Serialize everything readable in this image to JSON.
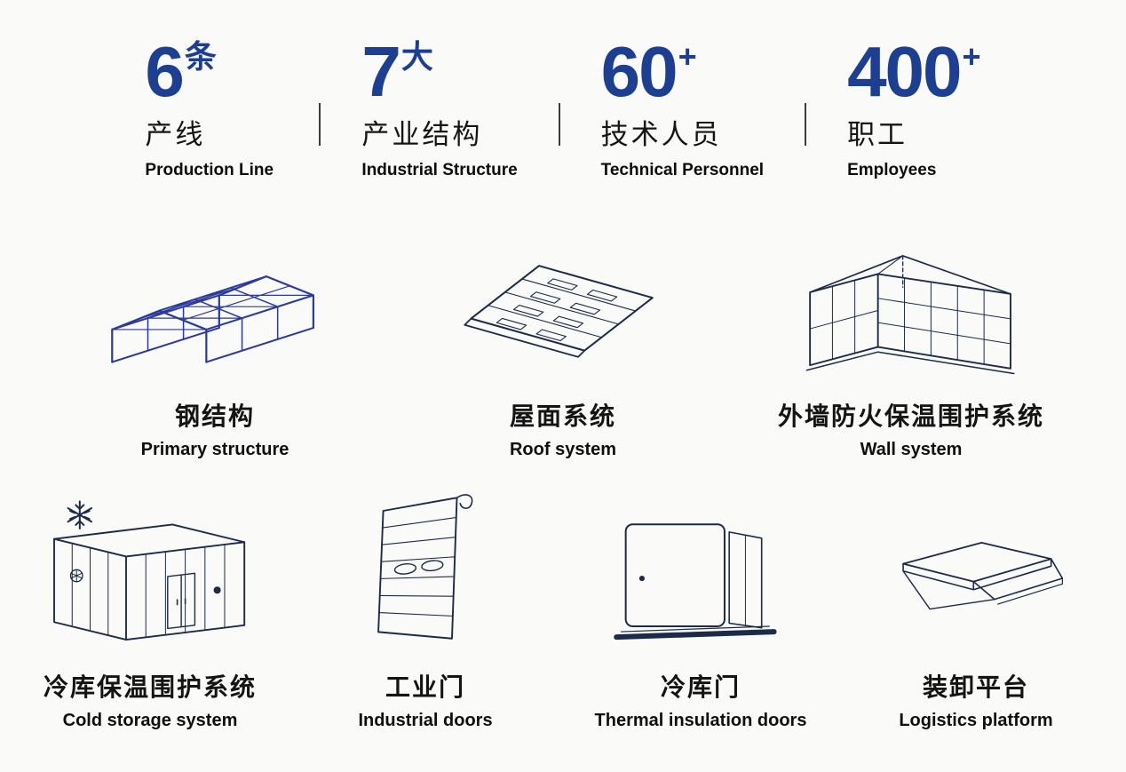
{
  "stats": [
    {
      "value": "6",
      "unit": "条",
      "label_zh": "产线",
      "label_en": "Production Line"
    },
    {
      "value": "7",
      "unit": "大",
      "label_zh": "产业结构",
      "label_en": "Industrial Structure"
    },
    {
      "value": "60",
      "unit": "+",
      "label_zh": "技术人员",
      "label_en": "Technical Personnel"
    },
    {
      "value": "400",
      "unit": "+",
      "label_zh": "职工",
      "label_en": "Employees"
    }
  ],
  "products": [
    {
      "icon": "steel-structure-icon",
      "title_zh": "钢结构",
      "title_en": "Primary structure"
    },
    {
      "icon": "roof-system-icon",
      "title_zh": "屋面系统",
      "title_en": "Roof system"
    },
    {
      "icon": "wall-system-icon",
      "title_zh": "外墙防火保温围护系统",
      "title_en": "Wall system"
    },
    {
      "icon": "cold-storage-icon",
      "title_zh": "冷库保温围护系统",
      "title_en": "Cold storage system"
    },
    {
      "icon": "industrial-door-icon",
      "title_zh": "工业门",
      "title_en": "Industrial doors"
    },
    {
      "icon": "thermal-door-icon",
      "title_zh": "冷库门",
      "title_en": "Thermal insulation doors"
    },
    {
      "icon": "loading-platform-icon",
      "title_zh": "装卸平台",
      "title_en": "Logistics platform"
    }
  ],
  "colors": {
    "accent": "#1d3f92",
    "ink": "#1c2b4a",
    "steel": "#2b3a9b",
    "background": "#fafaf8"
  }
}
